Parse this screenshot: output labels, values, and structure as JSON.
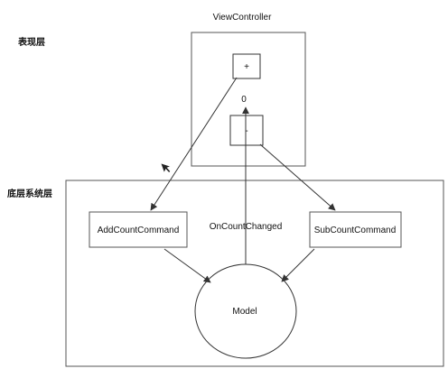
{
  "diagram": {
    "presentation_layer_label": "表现层",
    "system_layer_label": "底层系统层",
    "view_controller_title": "ViewController",
    "plus_button_label": "+",
    "minus_button_label": "-",
    "count_value": "0",
    "add_command_label": "AddCountCommand",
    "sub_command_label": "SubCountCommand",
    "event_label": "OnCountChanged",
    "model_label": "Model",
    "colors": {
      "stroke": "#333333",
      "arrow": "#333333",
      "text": "#111111",
      "background": "#ffffff"
    }
  }
}
